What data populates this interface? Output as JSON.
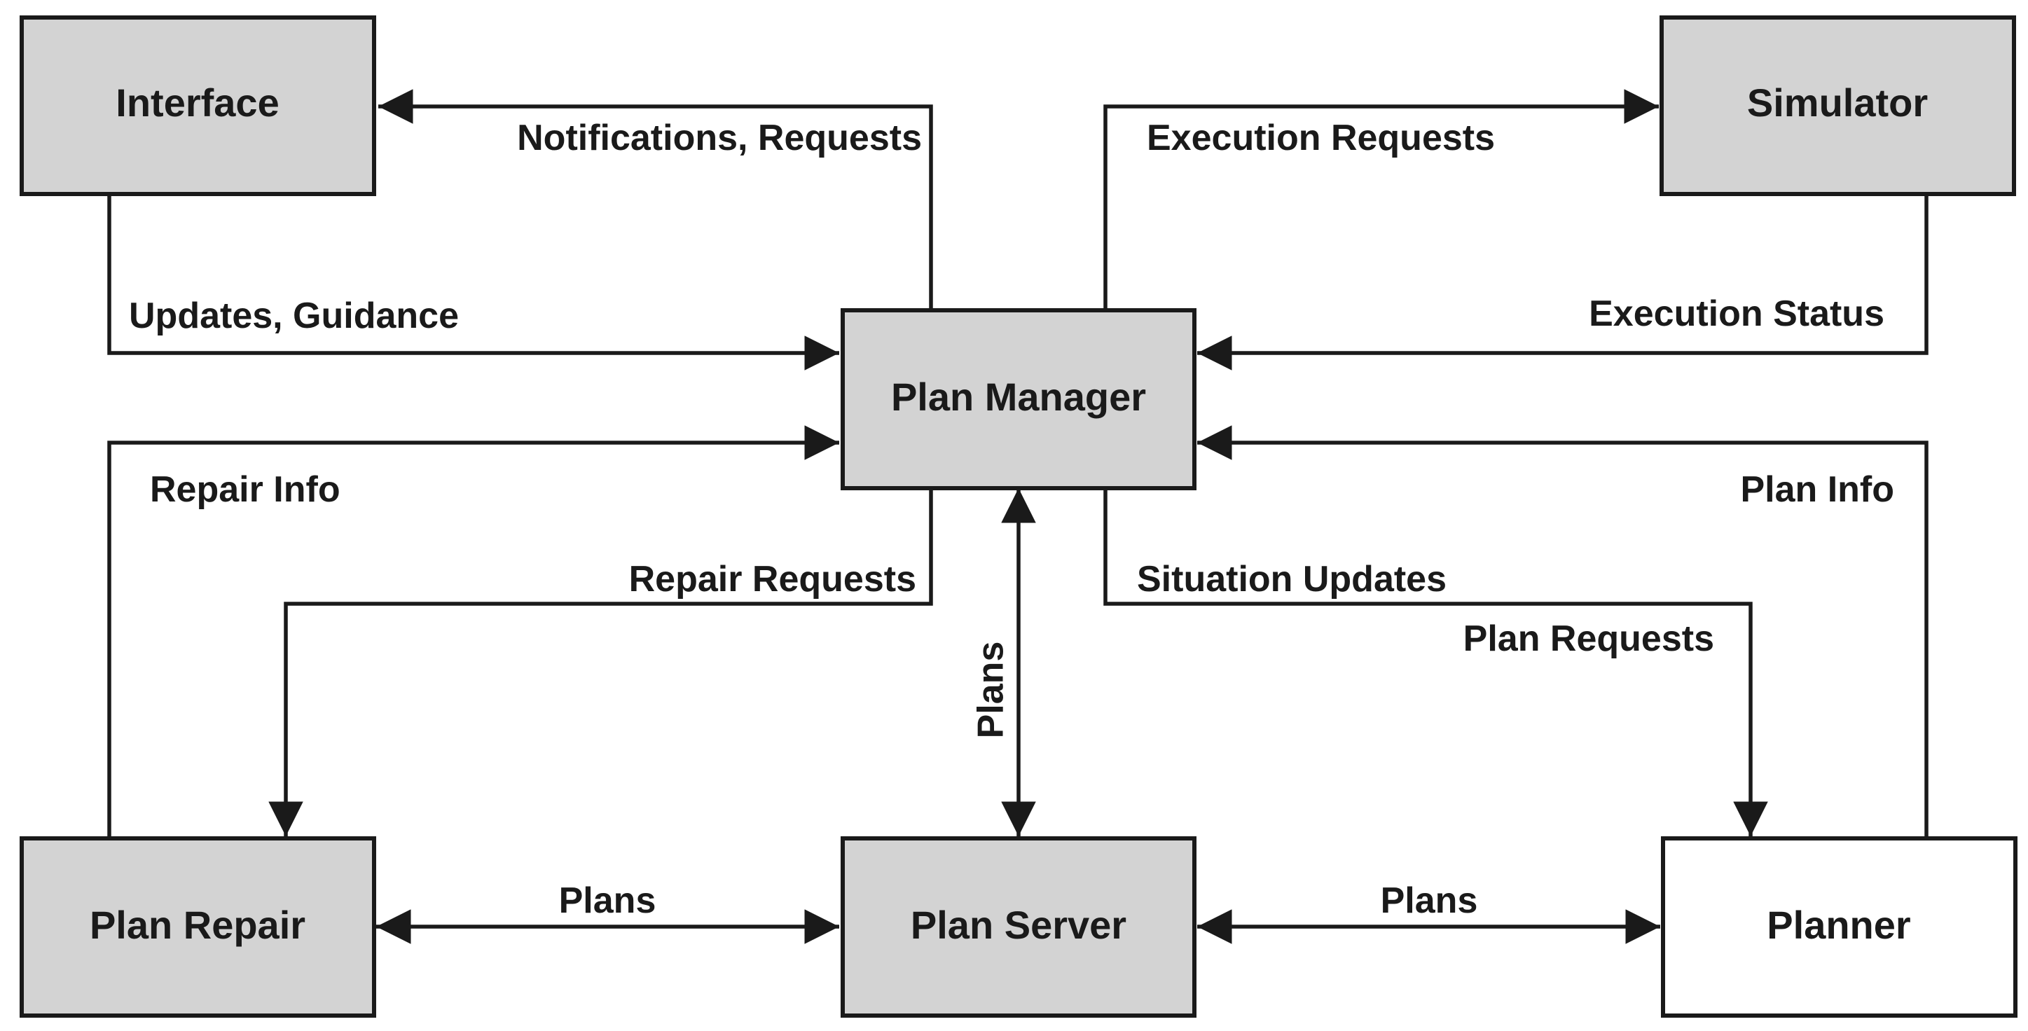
{
  "nodes": {
    "interface": {
      "label": "Interface",
      "fill": "#d3d3d3"
    },
    "simulator": {
      "label": "Simulator",
      "fill": "#d3d3d3"
    },
    "plan_manager": {
      "label": "Plan Manager",
      "fill": "#d3d3d3"
    },
    "plan_repair": {
      "label": "Plan Repair",
      "fill": "#d3d3d3"
    },
    "plan_server": {
      "label": "Plan Server",
      "fill": "#d3d3d3"
    },
    "planner": {
      "label": "Planner",
      "fill": "#ffffff"
    }
  },
  "edges": {
    "notifications_requests": {
      "label": "Notifications, Requests",
      "from": "Plan Manager",
      "to": "Interface"
    },
    "updates_guidance": {
      "label": "Updates, Guidance",
      "from": "Interface",
      "to": "Plan Manager"
    },
    "execution_requests": {
      "label": "Execution Requests",
      "from": "Plan Manager",
      "to": "Simulator"
    },
    "execution_status": {
      "label": "Execution Status",
      "from": "Simulator",
      "to": "Plan Manager"
    },
    "repair_info": {
      "label": "Repair Info",
      "from": "Plan Repair",
      "to": "Plan Manager"
    },
    "repair_requests": {
      "label": "Repair Requests",
      "from": "Plan Manager",
      "to": "Plan Repair"
    },
    "plans_vertical": {
      "label": "Plans",
      "from": "Plan Manager",
      "to": "Plan Server",
      "bidirectional": true
    },
    "situation_updates": {
      "label": "Situation Updates",
      "from": "Plan Manager",
      "to": "Planner"
    },
    "plan_requests": {
      "label": "Plan Requests",
      "from": "Plan Manager",
      "to": "Planner"
    },
    "plan_info": {
      "label": "Plan Info",
      "from": "Planner",
      "to": "Plan Manager"
    },
    "plans_left": {
      "label": "Plans",
      "from": "Plan Repair",
      "to": "Plan Server",
      "bidirectional": true
    },
    "plans_right": {
      "label": "Plans",
      "from": "Plan Server",
      "to": "Planner",
      "bidirectional": true
    }
  },
  "colors": {
    "box_gray": "#d3d3d3",
    "box_white": "#ffffff",
    "stroke": "#1a1a1a"
  }
}
